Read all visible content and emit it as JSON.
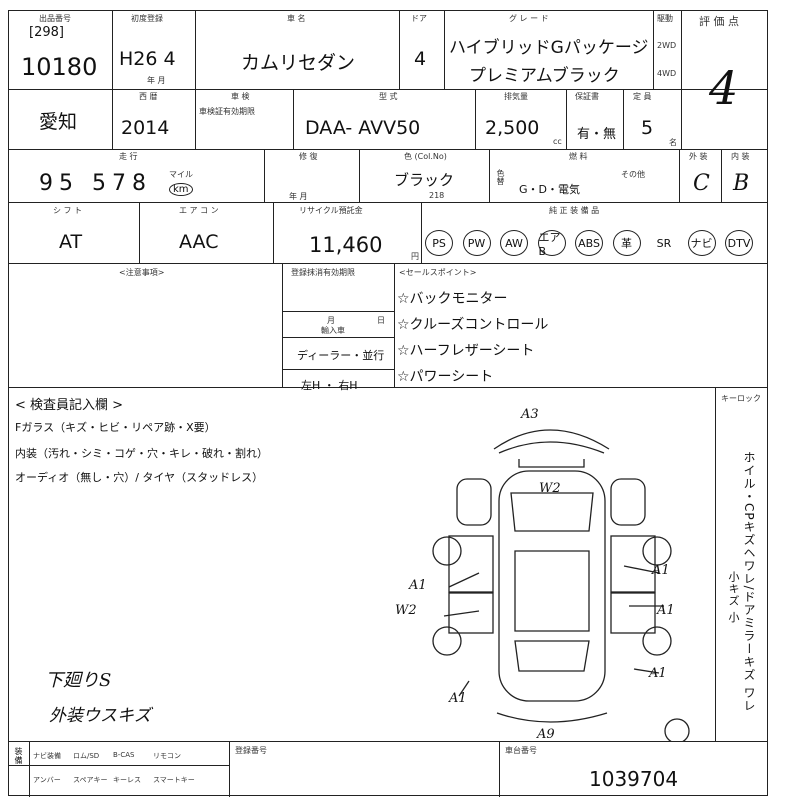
{
  "header": {
    "lot_label": "出品番号",
    "lot_prefix": "[298]",
    "lot_no": "10180",
    "reg_label": "初度登録",
    "reg_value": "H26 4",
    "reg_unit": "年 月",
    "name_label": "車 名",
    "name_value": "カムリセダン",
    "door_label": "ドア",
    "door_value": "4",
    "grade_label": "グ レ ー ド",
    "grade_line1": "ハイブリッドGパッケージ",
    "grade_line2": "プレミアムブラック",
    "drive_label": "駆動",
    "drive_2wd": "2WD",
    "drive_4wd": "4WD",
    "score_label": "評 価 点",
    "score_value": "4"
  },
  "row2": {
    "region": "愛知",
    "year_label": "西 暦",
    "year_value": "2014",
    "check_label": "車 検",
    "check_note": "車検証有効期限",
    "model_label": "型 式",
    "model_value": "DAA-  AVV50",
    "cc_label": "排気量",
    "cc_value": "2,500",
    "cc_unit": "cc",
    "sheet_label": "保証書",
    "sheet_value": "有・無",
    "cap_label": "定 員",
    "cap_value": "5",
    "cap_unit": "名"
  },
  "row3": {
    "mileage_label": "走 行",
    "mileage_value": "95 578",
    "mileage_unit": "km",
    "mileage_unit2": "マイル",
    "mod_label": "修 復",
    "mod_unit": "年 月",
    "color_label": "色 (Col.No)",
    "color_value": "ブラック",
    "color_code": "218",
    "color_change": "色替",
    "fuel_label": "燃 料",
    "fuel_value": "G・D・電気",
    "fuel_other": "その他",
    "ext_label": "外 装",
    "ext_value": "C",
    "int_label": "内 装",
    "int_value": "B"
  },
  "row4": {
    "shift_label": "シ フ ト",
    "shift_value": "AT",
    "ac_label": "エ ア コ ン",
    "ac_value": "AAC",
    "recycle_label": "リサイクル預託金",
    "recycle_value": "11,460",
    "recycle_unit": "円",
    "equip_label": "純 正 装 備 品",
    "equipment": [
      "PS",
      "PW",
      "AW",
      "エアB",
      "ABS",
      "革",
      "SR",
      "ナビ",
      "DTV"
    ],
    "equip_circled": [
      true,
      true,
      true,
      true,
      true,
      true,
      false,
      true,
      true
    ]
  },
  "notes": {
    "notes_label": "<注意事項>",
    "reg_expire_label": "登録抹消有効期限",
    "month_label": "月",
    "day_label": "日",
    "import_label": "輸入車",
    "dealer": "ディーラー・並行",
    "steer": "左H ・ 右H",
    "sales_label": "<セールスポイント>",
    "sales_points": [
      "☆バックモニター",
      "☆クルーズコントロール",
      "☆ハーフレザーシート",
      "☆パワーシート"
    ]
  },
  "inspector": {
    "title": "< 検査員記入欄 >",
    "line1": "Fガラス（キズ・ヒビ・リペア跡・X要）",
    "line2": "内装（汚れ・シミ・コゲ・穴・キレ・破れ・割れ）",
    "line3": "オーディオ（無し・穴）/ タイヤ（スタッドレス）",
    "handwritten1": "下廻りS",
    "handwritten2": "外装ウスキズ",
    "diagram_marks": [
      "A3",
      "W2",
      "A1",
      "A1",
      "W2",
      "A1",
      "A1",
      "A1",
      "A9"
    ],
    "keyless_label": "キーロック",
    "side_text": "ホイル・CPキズヘワレ/ドアミラーキズ ワレ",
    "side_text2": "小キズ 小"
  },
  "footer": {
    "opt_labels": [
      "装備",
      "ナビ装備",
      "ロム/SD",
      "B-CAS",
      "リモコン"
    ],
    "opt_labels2": [
      "アンバー",
      "スペアキー",
      "キーレス",
      "スマートキー"
    ],
    "reg_no_label": "登録番号",
    "chassis_label": "車台番号",
    "chassis_value": "1039704"
  }
}
